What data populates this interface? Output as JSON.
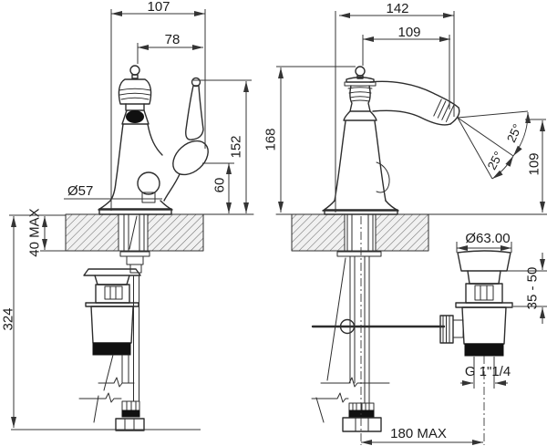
{
  "colors": {
    "line": "#2d2d2d",
    "dark_fill": "#101010",
    "hatch": "#6e6e6e"
  },
  "dims": {
    "front": {
      "overall_width": "107",
      "spout_offset": "78",
      "body_height": "152",
      "outlet_height": "60",
      "base_diameter": "Ø57",
      "deck_thickness": "40 MAX",
      "below_deck_length": "324"
    },
    "side": {
      "overall_depth": "142",
      "spout_reach": "109",
      "body_height": "168",
      "spray_angle_upper": "25°",
      "spray_angle_lower": "25°",
      "spout_height": "109",
      "waste_diameter": "Ø63.00",
      "waste_height_range": "35 - 50",
      "waste_thread": "G 1\"1/4",
      "max_drain_offset": "180 MAX"
    }
  }
}
